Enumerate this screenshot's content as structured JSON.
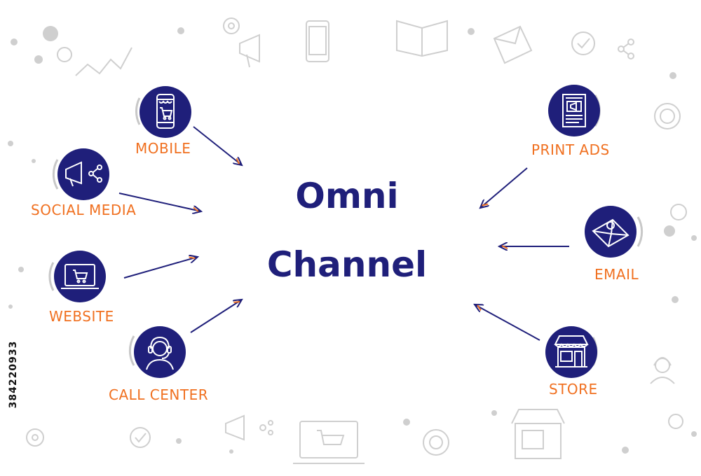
{
  "diagram": {
    "title_line1": "Omni",
    "title_line2": "Channel",
    "colors": {
      "navy": "#1f1f7a",
      "orange": "#f07020",
      "decor": "#c8c8c8"
    },
    "channels": [
      {
        "key": "mobile",
        "label": "MOBILE",
        "icon": "mobile-shop-icon",
        "direction": "inbound"
      },
      {
        "key": "social-media",
        "label": "SOCIAL MEDIA",
        "icon": "megaphone-share-icon",
        "direction": "inbound"
      },
      {
        "key": "website",
        "label": "WEBSITE",
        "icon": "laptop-cart-icon",
        "direction": "inbound"
      },
      {
        "key": "call-center",
        "label": "CALL CENTER",
        "icon": "headset-agent-icon",
        "direction": "inbound"
      },
      {
        "key": "print-ads",
        "label": "PRINT ADS",
        "icon": "newspaper-icon",
        "direction": "inbound"
      },
      {
        "key": "email",
        "label": "EMAIL",
        "icon": "envelope-icon",
        "direction": "inbound"
      },
      {
        "key": "store",
        "label": "STORE",
        "icon": "storefront-icon",
        "direction": "inbound"
      }
    ]
  },
  "watermark": {
    "stock_id": "384220933"
  }
}
